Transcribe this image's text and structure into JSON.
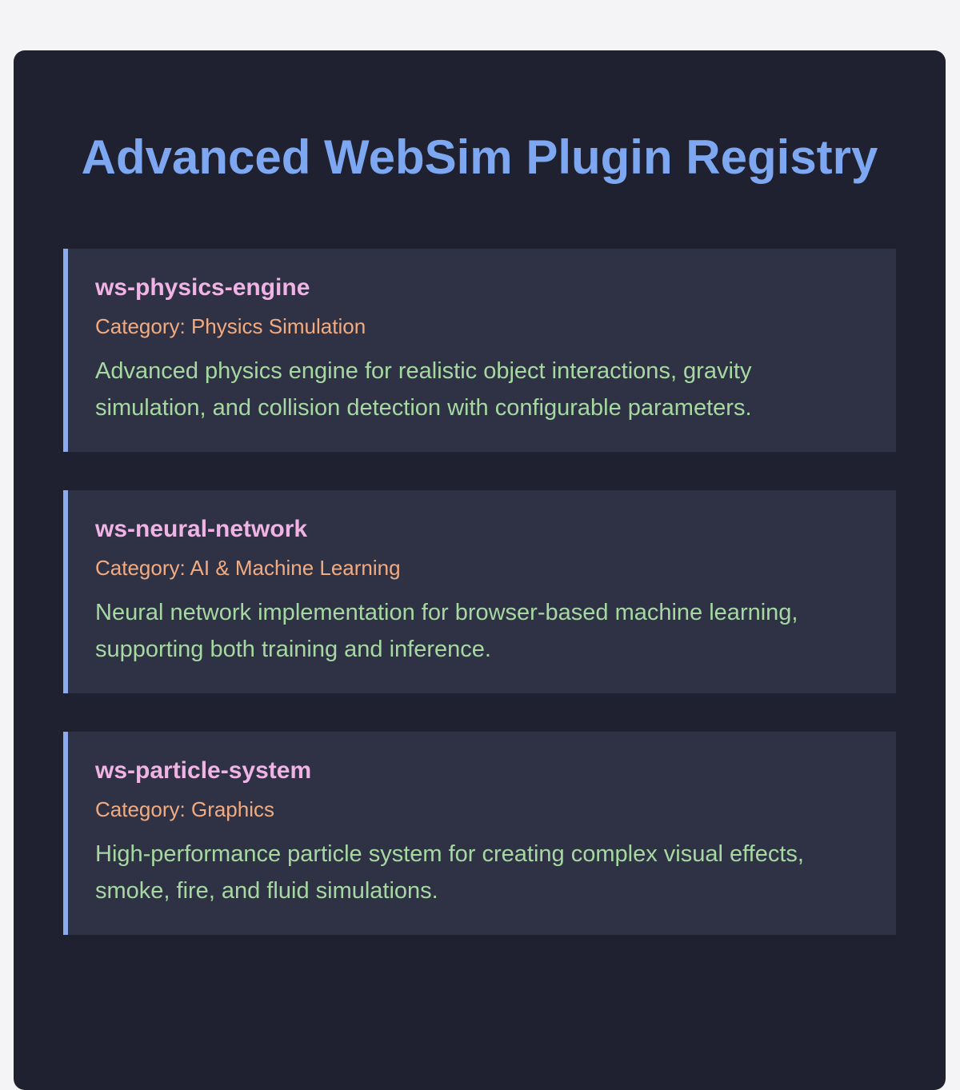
{
  "page": {
    "title": "Advanced WebSim Plugin Registry"
  },
  "labels": {
    "category_prefix": "Category:"
  },
  "plugins": [
    {
      "name": "ws-physics-engine",
      "category": "Physics Simulation",
      "description": "Advanced physics engine for realistic object interactions, gravity simulation, and collision detection with configurable parameters."
    },
    {
      "name": "ws-neural-network",
      "category": "AI & Machine Learning",
      "description": "Neural network implementation for browser-based machine learning, supporting both training and inference."
    },
    {
      "name": "ws-particle-system",
      "category": "Graphics",
      "description": "High-performance particle system for creating complex visual effects, smoke, fire, and fluid simulations."
    }
  ],
  "theme": {
    "page_bg": "#f4f4f6",
    "container_bg": "#1f2130",
    "card_bg": "#2f3244",
    "accent": "#8babec",
    "title_blue": "#7da7f0",
    "name_pink": "#efb3e5",
    "category_orange": "#f2ab80",
    "desc_green": "#a6d9a2"
  }
}
